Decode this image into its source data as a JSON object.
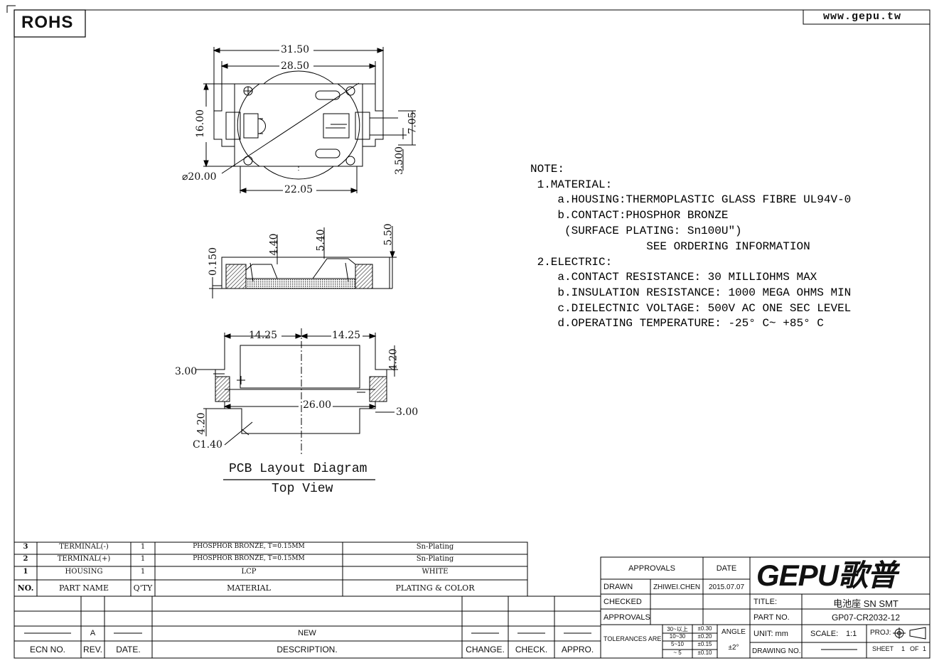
{
  "rohs": "ROHS",
  "website": "www.gepu.tw",
  "dims": {
    "d3150": "31.50",
    "d2850": "28.50",
    "d1600": "16.00",
    "d705": "7.05",
    "d3500": "3.500",
    "d2000": "⌀20.00",
    "d2205": "22.05",
    "d0150": "0.150",
    "d440": "4.40",
    "d540": "5.40",
    "d550": "5.50",
    "d1425a": "14.25",
    "d1425b": "14.25",
    "d300a": "3.00",
    "d420a": "4.20",
    "d2600": "26.00",
    "d300b": "3.00",
    "d420b": "4.20",
    "c140": "C1.40",
    "plus": "+",
    "minus": "—"
  },
  "layout_title": "PCB Layout Diagram",
  "layout_subtitle": "Top View",
  "notes": [
    "NOTE:",
    " 1.MATERIAL:",
    "    a.HOUSING:THERMOPLASTIC GLASS FIBRE UL94V-0",
    "    b.CONTACT:PHOSPHOR BRONZE",
    "     (SURFACE PLATING: Sn100U″)",
    "                 SEE ORDERING INFORMATION",
    " 2.ELECTRIC:",
    "    a.CONTACT RESISTANCE: 30 MILLIOHMS MAX",
    "    b.INSULATION RESISTANCE: 1000 MEGA OHMS MIN",
    "    c.DIELECTNIC VOLTAGE: 500V AC ONE SEC LEVEL",
    "    d.OPERATING TEMPERATURE: -25° C~ +85° C"
  ],
  "bom": {
    "rows": [
      {
        "no": "3",
        "part": "TERMINAL(-)",
        "qty": "1",
        "material": "PHOSPHOR BRONZE, T=0.15MM",
        "plating": "Sn-Plating"
      },
      {
        "no": "2",
        "part": "TERMINAL(+)",
        "qty": "1",
        "material": "PHOSPHOR BRONZE, T=0.15MM",
        "plating": "Sn-Plating"
      },
      {
        "no": "1",
        "part": "HOUSING",
        "qty": "1",
        "material": "LCP",
        "plating": "WHITE"
      }
    ],
    "header": {
      "no": "NO.",
      "part": "PART NAME",
      "qty": "Q'TY",
      "material": "MATERIAL",
      "plating": "PLATING & COLOR"
    }
  },
  "revision": {
    "row": {
      "rev": "A",
      "desc": "NEW"
    },
    "header": {
      "ecn": "ECN NO.",
      "rev": "REV.",
      "date": "DATE.",
      "desc": "DESCRIPTION.",
      "change": "CHANGE.",
      "check": "CHECK.",
      "appro": "APPRO."
    }
  },
  "title_block": {
    "approvals": "APPROVALS",
    "date": "DATE",
    "drawn": "DRAWN",
    "drawn_by": "ZHIWEI.CHEN",
    "drawn_date": "2015.07.07",
    "checked": "CHECKED",
    "approvals2": "APPROVALS",
    "tolerances": "TOLERANCES ARE",
    "tol_ranges": [
      "30~以上",
      "10~30",
      "5~10",
      "~ 5"
    ],
    "tol_values": [
      "±0.30",
      "±0.20",
      "±0.15",
      "±0.10"
    ],
    "angle": "ANGLE",
    "angle_tol": "±2°",
    "logo": "GEPU歌普",
    "title_label": "TITLE:",
    "title": "电池座 SN SMT",
    "part_label": "PART NO.",
    "part_no": "GP07-CR2032-12",
    "unit": "UNIT: mm",
    "scale_label": "SCALE:",
    "scale": "1:1",
    "proj": "PROJ:",
    "drawing_no": "DRAWING NO.",
    "sheet": "SHEET",
    "sheet_no": "1",
    "of": "OF",
    "sheet_total": "1"
  }
}
